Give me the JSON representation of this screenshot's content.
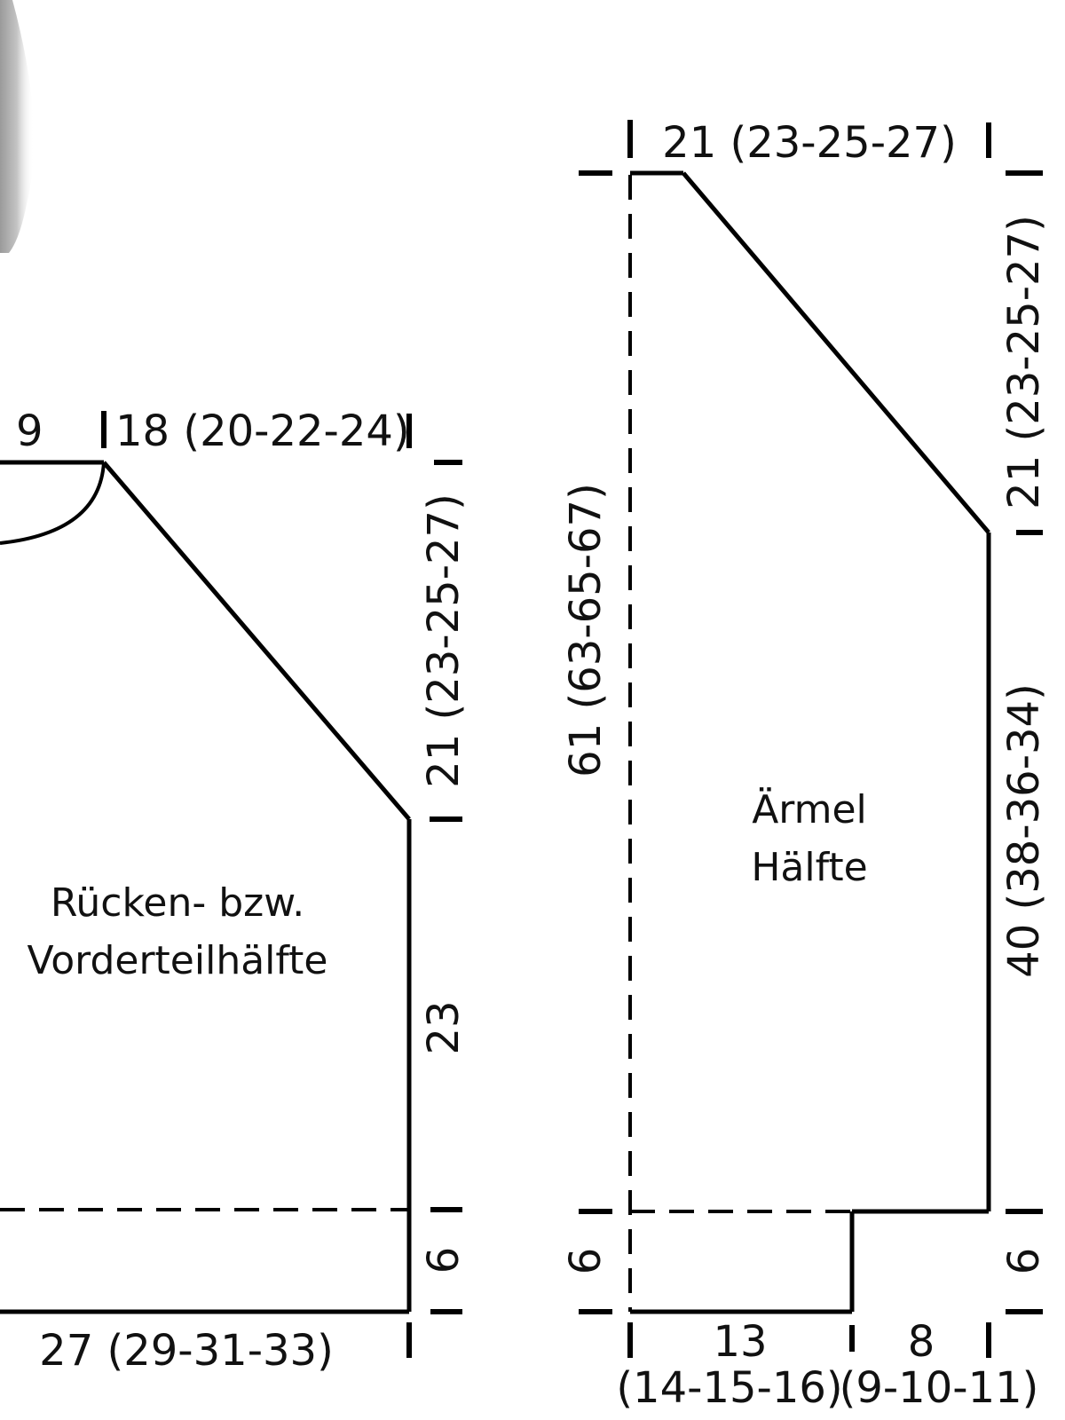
{
  "back_front_piece": {
    "label_line1": "Rücken- bzw.",
    "label_line2": "Vorderteilhälfte",
    "neck_width": "9",
    "shoulder_width": "18 (20-22-24)",
    "raglan_height": "21 (23-25-27)",
    "body_height": "23",
    "rib_height": "6",
    "bottom_width": "27 (29-31-33)"
  },
  "sleeve_piece": {
    "label_line1": "Ärmel",
    "label_line2": "Hälfte",
    "top_width": "21 (23-25-27)",
    "total_height": "61 (63-65-67)",
    "raglan_height": "21 (23-25-27)",
    "sleeve_length": "40 (38-36-34)",
    "rib_height_left": "6",
    "rib_height_right": "6",
    "cuff_width": "13",
    "cuff_width_sizes": "(14-15-16)",
    "increase_width": "8",
    "increase_width_sizes": "(9-10-11)"
  }
}
